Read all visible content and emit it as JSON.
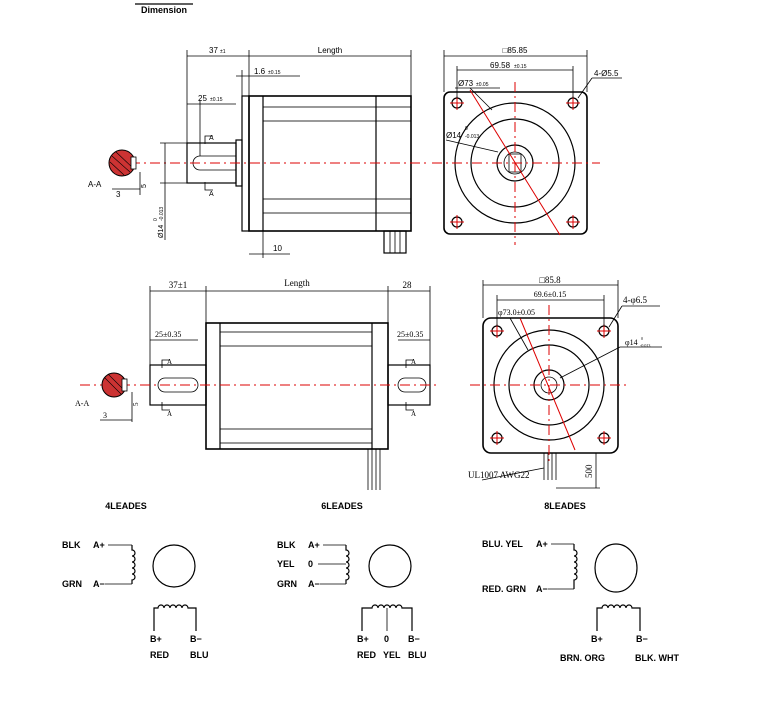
{
  "header": {
    "title": "Dimension"
  },
  "drawing_a": {
    "dim_37": "37",
    "dim_37_tol": "±1",
    "dim_length": "Length",
    "dim_1_6": "1.6",
    "dim_1_6_tol": "±0.15",
    "dim_25": "25",
    "dim_25_tol": "±0.15",
    "dim_10": "10",
    "section_a_top": "A",
    "section_a_bottom": "A",
    "section_label": "A-A",
    "dim_3": "3",
    "dim_5": "5",
    "shaft_dia": "Ø14",
    "shaft_dia_tol": "-0.013",
    "shaft_dia_tol_upper": "0",
    "front_square": "□85.85",
    "front_bolt": "69.58",
    "front_bolt_tol": "±0.15",
    "front_boss": "Ø73",
    "front_boss_tol": "±0.05",
    "front_holes": "4-Ø5.5",
    "front_shaft": "Ø14",
    "front_shaft_tol": "-0.013",
    "front_shaft_tol_upper": "0"
  },
  "drawing_b": {
    "dim_37": "37±1",
    "dim_length": "Length",
    "dim_28": "28",
    "dim_25_left": "25±0.35",
    "dim_25_right": "25±0.35",
    "section_a_top": "A",
    "section_a_bottom": "A",
    "section_a_top_r": "A",
    "section_a_bottom_r": "A",
    "section_label": "A-A",
    "dim_3": "3",
    "dim_5": "5",
    "front_square": "□85.8",
    "front_bolt": "69.6±0.15",
    "front_boss": "φ73.0±0.05",
    "front_holes": "4-φ6.5",
    "front_shaft": "φ14",
    "front_shaft_tol": "-0.013",
    "front_shaft_tol_upper": "0",
    "cable": "UL1007 AWG22",
    "cable_len": "500"
  },
  "wiring": {
    "four": {
      "title": "4LEADES",
      "a_left": "BLK",
      "a_plus": "A+",
      "a_minus_left": "GRN",
      "a_minus": "A−",
      "b_plus": "B+",
      "b_minus": "B−",
      "b_plus_color": "RED",
      "b_minus_color": "BLU"
    },
    "six": {
      "title": "6LEADES",
      "a_left": "BLK",
      "a_plus": "A+",
      "a_mid_left": "YEL",
      "a_mid": "0",
      "a_minus_left": "GRN",
      "a_minus": "A−",
      "b_plus": "B+",
      "b_mid": "0",
      "b_minus": "B−",
      "b_plus_color": "RED",
      "b_mid_color": "YEL",
      "b_minus_color": "BLU"
    },
    "eight": {
      "title": "8LEADES",
      "a_left": "BLU. YEL",
      "a_plus": "A+",
      "a_minus_left": "RED. GRN",
      "a_minus": "A−",
      "b_plus": "B+",
      "b_minus": "B−",
      "b_plus_color": "BRN. ORG",
      "b_minus_color": "BLK. WHT"
    }
  }
}
